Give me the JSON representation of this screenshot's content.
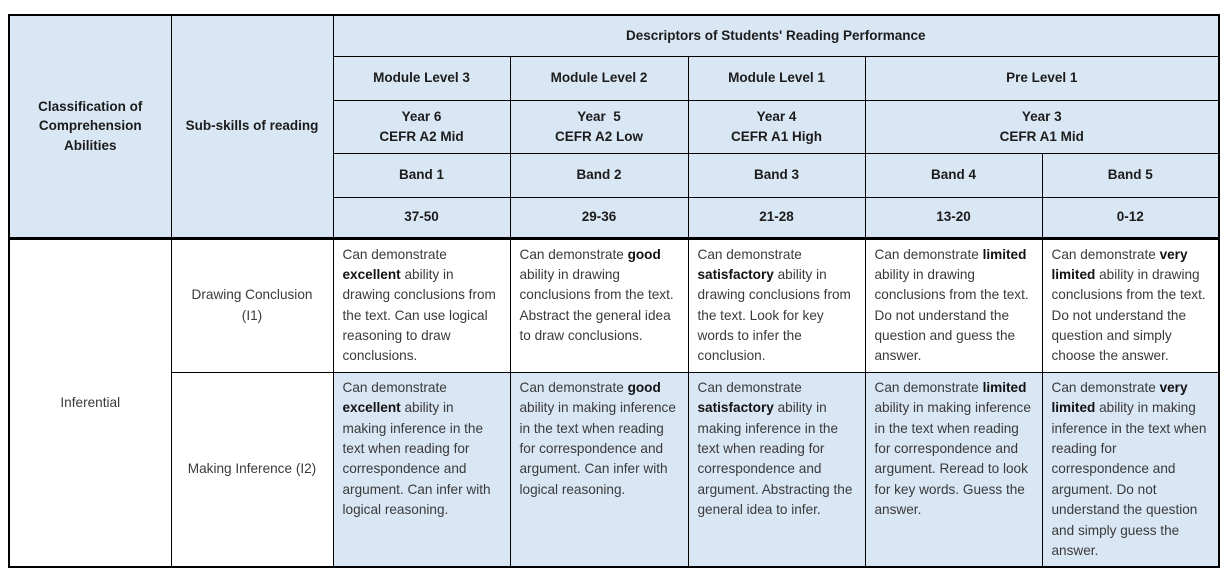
{
  "colors": {
    "header_bg": "#d9e6f4",
    "row2_bg": "#d9e6f4",
    "border": "#000000",
    "body_text": "#3a3a3a",
    "header_text": "#1c1c1c"
  },
  "table": {
    "col1_header": "Classification of Comprehension Abilities",
    "col2_header": "Sub-skills of reading",
    "descriptors_header": "Descriptors of Students' Reading Performance",
    "module_levels": [
      "Module Level 3",
      "Module Level 2",
      "Module Level 1",
      "Pre Level 1"
    ],
    "years": [
      {
        "line1": "Year 6",
        "line2": "CEFR A2 Mid"
      },
      {
        "line1": "Year  5",
        "line2": "CEFR A2 Low"
      },
      {
        "line1": "Year 4",
        "line2": "CEFR A1 High"
      },
      {
        "line1": "Year 3",
        "line2": "CEFR A1 Mid"
      }
    ],
    "bands": [
      "Band 1",
      "Band 2",
      "Band 3",
      "Band 4",
      "Band 5"
    ],
    "score_ranges": [
      "37-50",
      "29-36",
      "21-28",
      "13-20",
      "0-12"
    ],
    "classification": "Inferential",
    "rows": [
      {
        "subskill": "Drawing Conclusion (I1)",
        "cells": [
          [
            {
              "t": "Can demonstrate "
            },
            {
              "t": "excellent",
              "b": true
            },
            {
              "t": " ability in drawing conclusions from the text. Can use logical reasoning to draw conclusions."
            }
          ],
          [
            {
              "t": "Can demonstrate "
            },
            {
              "t": "good",
              "b": true
            },
            {
              "t": " ability in drawing conclusions from the text. Abstract the general idea to draw conclusions."
            }
          ],
          [
            {
              "t": "Can demonstrate "
            },
            {
              "t": "satisfactory",
              "b": true
            },
            {
              "t": " ability in drawing conclusions from the text. Look for key words to infer the conclusion."
            }
          ],
          [
            {
              "t": "Can demonstrate "
            },
            {
              "t": "limited",
              "b": true
            },
            {
              "t": " ability in drawing conclusions from the text. Do not understand the question and guess the answer."
            }
          ],
          [
            {
              "t": "Can demonstrate "
            },
            {
              "t": "very limited",
              "b": true
            },
            {
              "t": " ability in drawing conclusions from the text. Do not understand the question and simply choose the answer."
            }
          ]
        ]
      },
      {
        "subskill": "Making Inference (I2)",
        "cells": [
          [
            {
              "t": "Can demonstrate "
            },
            {
              "t": "excellent",
              "b": true
            },
            {
              "t": " ability in making inference in the text when reading for correspondence and argument. Can infer with logical reasoning."
            }
          ],
          [
            {
              "t": "Can demonstrate "
            },
            {
              "t": "good",
              "b": true
            },
            {
              "t": " ability in making inference in the text when reading for correspondence and argument. Can infer with logical reasoning."
            }
          ],
          [
            {
              "t": "Can demonstrate "
            },
            {
              "t": "satisfactory",
              "b": true
            },
            {
              "t": " ability in making inference in the text when reading for correspondence and argument. Abstracting the general idea to infer."
            }
          ],
          [
            {
              "t": "Can demonstrate "
            },
            {
              "t": "limited",
              "b": true
            },
            {
              "t": " ability in making inference in the text when reading for correspondence and argument. Reread to look for key words. Guess the answer."
            }
          ],
          [
            {
              "t": "Can demonstrate "
            },
            {
              "t": "very limited",
              "b": true
            },
            {
              "t": " ability in making inference in the text when reading for correspondence and argument. Do not understand the question and simply guess the answer."
            }
          ]
        ]
      }
    ]
  }
}
